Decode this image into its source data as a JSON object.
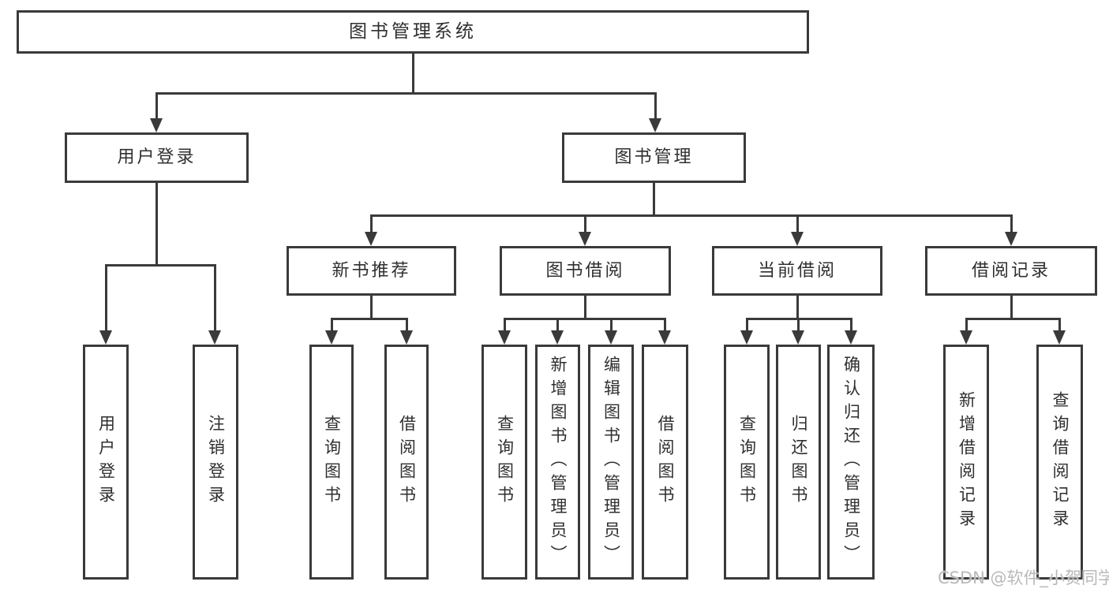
{
  "diagram": {
    "colors": {
      "line": "#3a3a3a",
      "text": "#2f2f2f",
      "watermark": "#b9b9b9",
      "background": "#ffffff"
    },
    "root": {
      "label": "图书管理系统",
      "children": [
        {
          "label": "用户登录",
          "children": [
            {
              "label": "用户登录"
            },
            {
              "label": "注销登录"
            }
          ]
        },
        {
          "label": "图书管理",
          "children": [
            {
              "label": "新书推荐",
              "children": [
                {
                  "label": "查询图书"
                },
                {
                  "label": "借阅图书"
                }
              ]
            },
            {
              "label": "图书借阅",
              "children": [
                {
                  "label": "查询图书"
                },
                {
                  "label": "新增图书（管理员）"
                },
                {
                  "label": "编辑图书（管理员）"
                },
                {
                  "label": "借阅图书"
                }
              ]
            },
            {
              "label": "当前借阅",
              "children": [
                {
                  "label": "查询图书"
                },
                {
                  "label": "归还图书"
                },
                {
                  "label": "确认归还（管理员）"
                }
              ]
            },
            {
              "label": "借阅记录",
              "children": [
                {
                  "label": "新增借阅记录"
                },
                {
                  "label": "查询借阅记录"
                }
              ]
            }
          ]
        }
      ]
    }
  },
  "watermark": {
    "text": "CSDN @软件_小贺同学"
  }
}
